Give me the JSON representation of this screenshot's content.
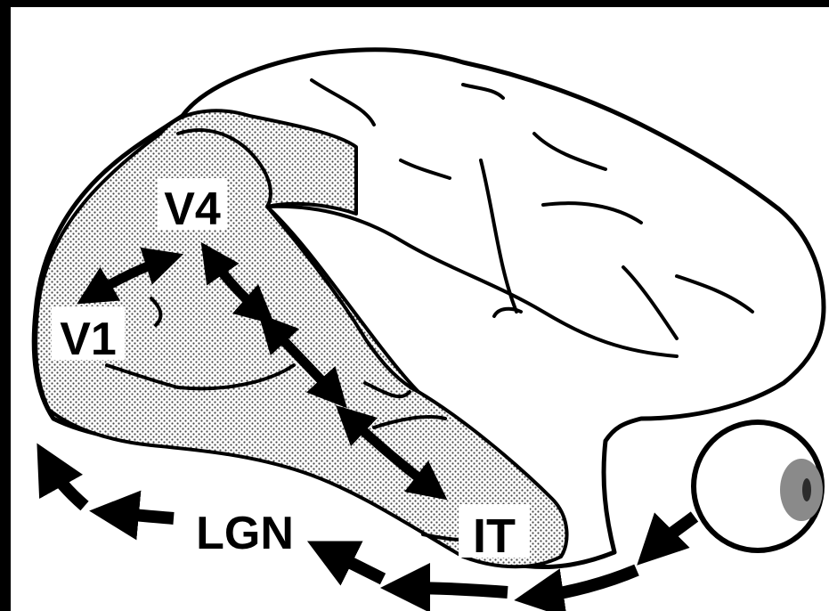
{
  "labels": {
    "v1": "V1",
    "v4": "V4",
    "it": "IT",
    "lgn": "LGN"
  },
  "colors": {
    "frame": "#000000",
    "paper": "#ffffff",
    "ink": "#000000",
    "shading": "#cfcfcf",
    "iris": "#8a8a8a",
    "pupil": "#2b2b2b"
  },
  "icons": {
    "eye": "eye-icon",
    "pathway_arrows": "arrow-icon"
  }
}
